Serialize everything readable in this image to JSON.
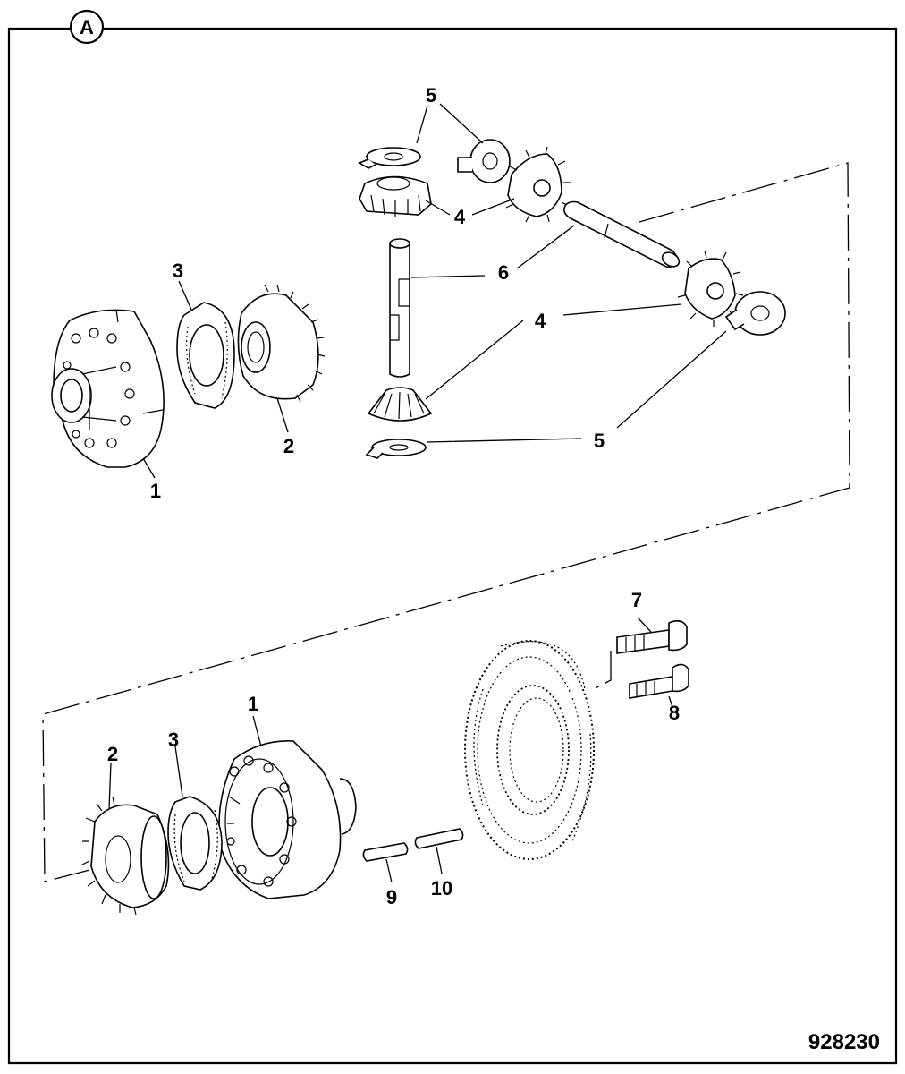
{
  "figure": {
    "view_marker": "A",
    "figure_number": "928230"
  },
  "callouts": {
    "upper_case_half": "1",
    "upper_side_gear": "2",
    "upper_thrust_washer": "3",
    "pinion_a": "4",
    "pinion_b": "4",
    "upper_pinion_washers": "5",
    "right_pinion_washer": "5",
    "cross_shafts": "6",
    "bolt_short": "7",
    "bolt_long": "8",
    "pin_short": "9",
    "pin_long": "10",
    "lower_case_half": "1",
    "lower_side_gear": "2",
    "lower_thrust_washer": "3"
  }
}
